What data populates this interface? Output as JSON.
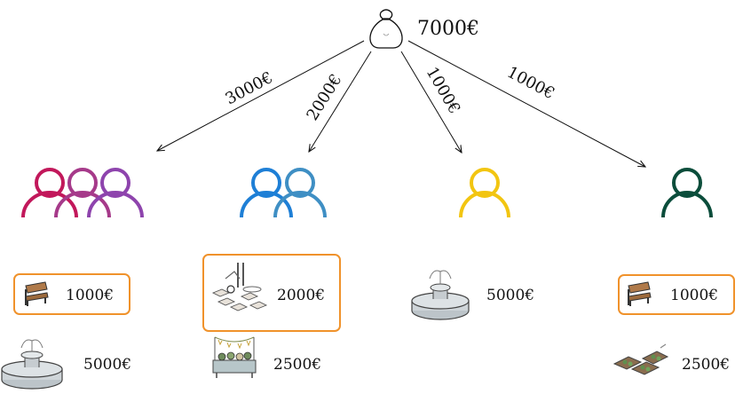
{
  "budget": {
    "label": "7000€",
    "icon": "money-bag-icon"
  },
  "allocations": [
    {
      "label": "3000€",
      "group": "three-people"
    },
    {
      "label": "2000€",
      "group": "two-people"
    },
    {
      "label": "1000€",
      "group": "one-person-yellow"
    },
    {
      "label": "1000€",
      "group": "one-person-green"
    }
  ],
  "groups": [
    {
      "id": "three-people",
      "people_colors": [
        "#c2185b",
        "#a63a8a",
        "#8e44ad"
      ],
      "items": [
        {
          "icon": "bench-icon",
          "label": "1000€",
          "selected": true
        },
        {
          "icon": "fountain-icon",
          "label": "5000€",
          "selected": false
        }
      ]
    },
    {
      "id": "two-people",
      "people_colors": [
        "#1e7fd6",
        "#3f8fc4"
      ],
      "items": [
        {
          "icon": "playground-icon",
          "label": "2000€",
          "selected": true
        },
        {
          "icon": "market-stall-icon",
          "label": "2500€",
          "selected": false
        }
      ]
    },
    {
      "id": "one-person-yellow",
      "people_colors": [
        "#f2c511"
      ],
      "items": [
        {
          "icon": "fountain-icon",
          "label": "5000€",
          "selected": false
        }
      ]
    },
    {
      "id": "one-person-green",
      "people_colors": [
        "#0b4d3b"
      ],
      "items": [
        {
          "icon": "bench-icon",
          "label": "1000€",
          "selected": true
        },
        {
          "icon": "garden-beds-icon",
          "label": "2500€",
          "selected": false
        }
      ]
    }
  ],
  "colors": {
    "selection_border": "#f0922b",
    "arrow": "#111111"
  }
}
